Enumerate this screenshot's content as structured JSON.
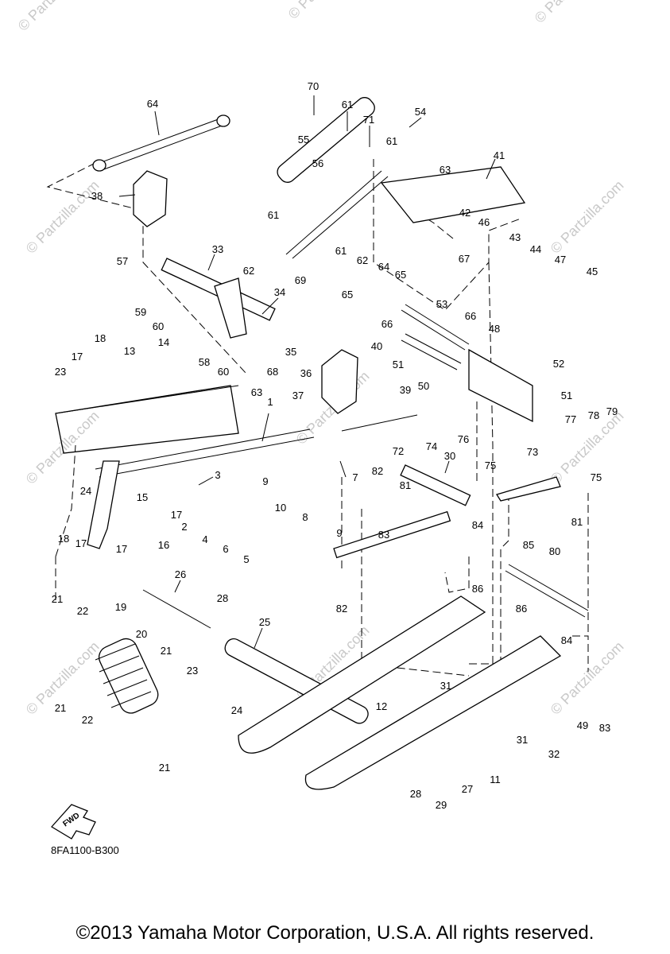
{
  "watermark": "© Partzilla.com",
  "diagram_code": "8FA1100-B300",
  "fwd_label": "FWD",
  "copyright": "©2013 Yamaha Motor Corporation, U.S.A. All rights reserved.",
  "callouts": [
    {
      "n": "1"
    },
    {
      "n": "2"
    },
    {
      "n": "3"
    },
    {
      "n": "4"
    },
    {
      "n": "5"
    },
    {
      "n": "6"
    },
    {
      "n": "7"
    },
    {
      "n": "8"
    },
    {
      "n": "9"
    },
    {
      "n": "9"
    },
    {
      "n": "10"
    },
    {
      "n": "11"
    },
    {
      "n": "12"
    },
    {
      "n": "13"
    },
    {
      "n": "14"
    },
    {
      "n": "15"
    },
    {
      "n": "16"
    },
    {
      "n": "17"
    },
    {
      "n": "17"
    },
    {
      "n": "17"
    },
    {
      "n": "17"
    },
    {
      "n": "18"
    },
    {
      "n": "18"
    },
    {
      "n": "19"
    },
    {
      "n": "20"
    },
    {
      "n": "21"
    },
    {
      "n": "21"
    },
    {
      "n": "21"
    },
    {
      "n": "21"
    },
    {
      "n": "22"
    },
    {
      "n": "22"
    },
    {
      "n": "23"
    },
    {
      "n": "23"
    },
    {
      "n": "24"
    },
    {
      "n": "24"
    },
    {
      "n": "25"
    },
    {
      "n": "26"
    },
    {
      "n": "27"
    },
    {
      "n": "28"
    },
    {
      "n": "28"
    },
    {
      "n": "29"
    },
    {
      "n": "30"
    },
    {
      "n": "31"
    },
    {
      "n": "31"
    },
    {
      "n": "32"
    },
    {
      "n": "33"
    },
    {
      "n": "34"
    },
    {
      "n": "35"
    },
    {
      "n": "36"
    },
    {
      "n": "37"
    },
    {
      "n": "38"
    },
    {
      "n": "39"
    },
    {
      "n": "40"
    },
    {
      "n": "41"
    },
    {
      "n": "42"
    },
    {
      "n": "43"
    },
    {
      "n": "44"
    },
    {
      "n": "45"
    },
    {
      "n": "46"
    },
    {
      "n": "47"
    },
    {
      "n": "48"
    },
    {
      "n": "49"
    },
    {
      "n": "50"
    },
    {
      "n": "51"
    },
    {
      "n": "51"
    },
    {
      "n": "52"
    },
    {
      "n": "53"
    },
    {
      "n": "54"
    },
    {
      "n": "55"
    },
    {
      "n": "56"
    },
    {
      "n": "57"
    },
    {
      "n": "58"
    },
    {
      "n": "59"
    },
    {
      "n": "60"
    },
    {
      "n": "60"
    },
    {
      "n": "61"
    },
    {
      "n": "61"
    },
    {
      "n": "61"
    },
    {
      "n": "61"
    },
    {
      "n": "62"
    },
    {
      "n": "62"
    },
    {
      "n": "63"
    },
    {
      "n": "63"
    },
    {
      "n": "64"
    },
    {
      "n": "64"
    },
    {
      "n": "65"
    },
    {
      "n": "65"
    },
    {
      "n": "66"
    },
    {
      "n": "66"
    },
    {
      "n": "67"
    },
    {
      "n": "68"
    },
    {
      "n": "69"
    },
    {
      "n": "70"
    },
    {
      "n": "71"
    },
    {
      "n": "72"
    },
    {
      "n": "73"
    },
    {
      "n": "74"
    },
    {
      "n": "75"
    },
    {
      "n": "75"
    },
    {
      "n": "76"
    },
    {
      "n": "77"
    },
    {
      "n": "78"
    },
    {
      "n": "79"
    },
    {
      "n": "80"
    },
    {
      "n": "81"
    },
    {
      "n": "81"
    },
    {
      "n": "82"
    },
    {
      "n": "82"
    },
    {
      "n": "83"
    },
    {
      "n": "83"
    },
    {
      "n": "84"
    },
    {
      "n": "84"
    },
    {
      "n": "85"
    },
    {
      "n": "86"
    },
    {
      "n": "86"
    }
  ]
}
